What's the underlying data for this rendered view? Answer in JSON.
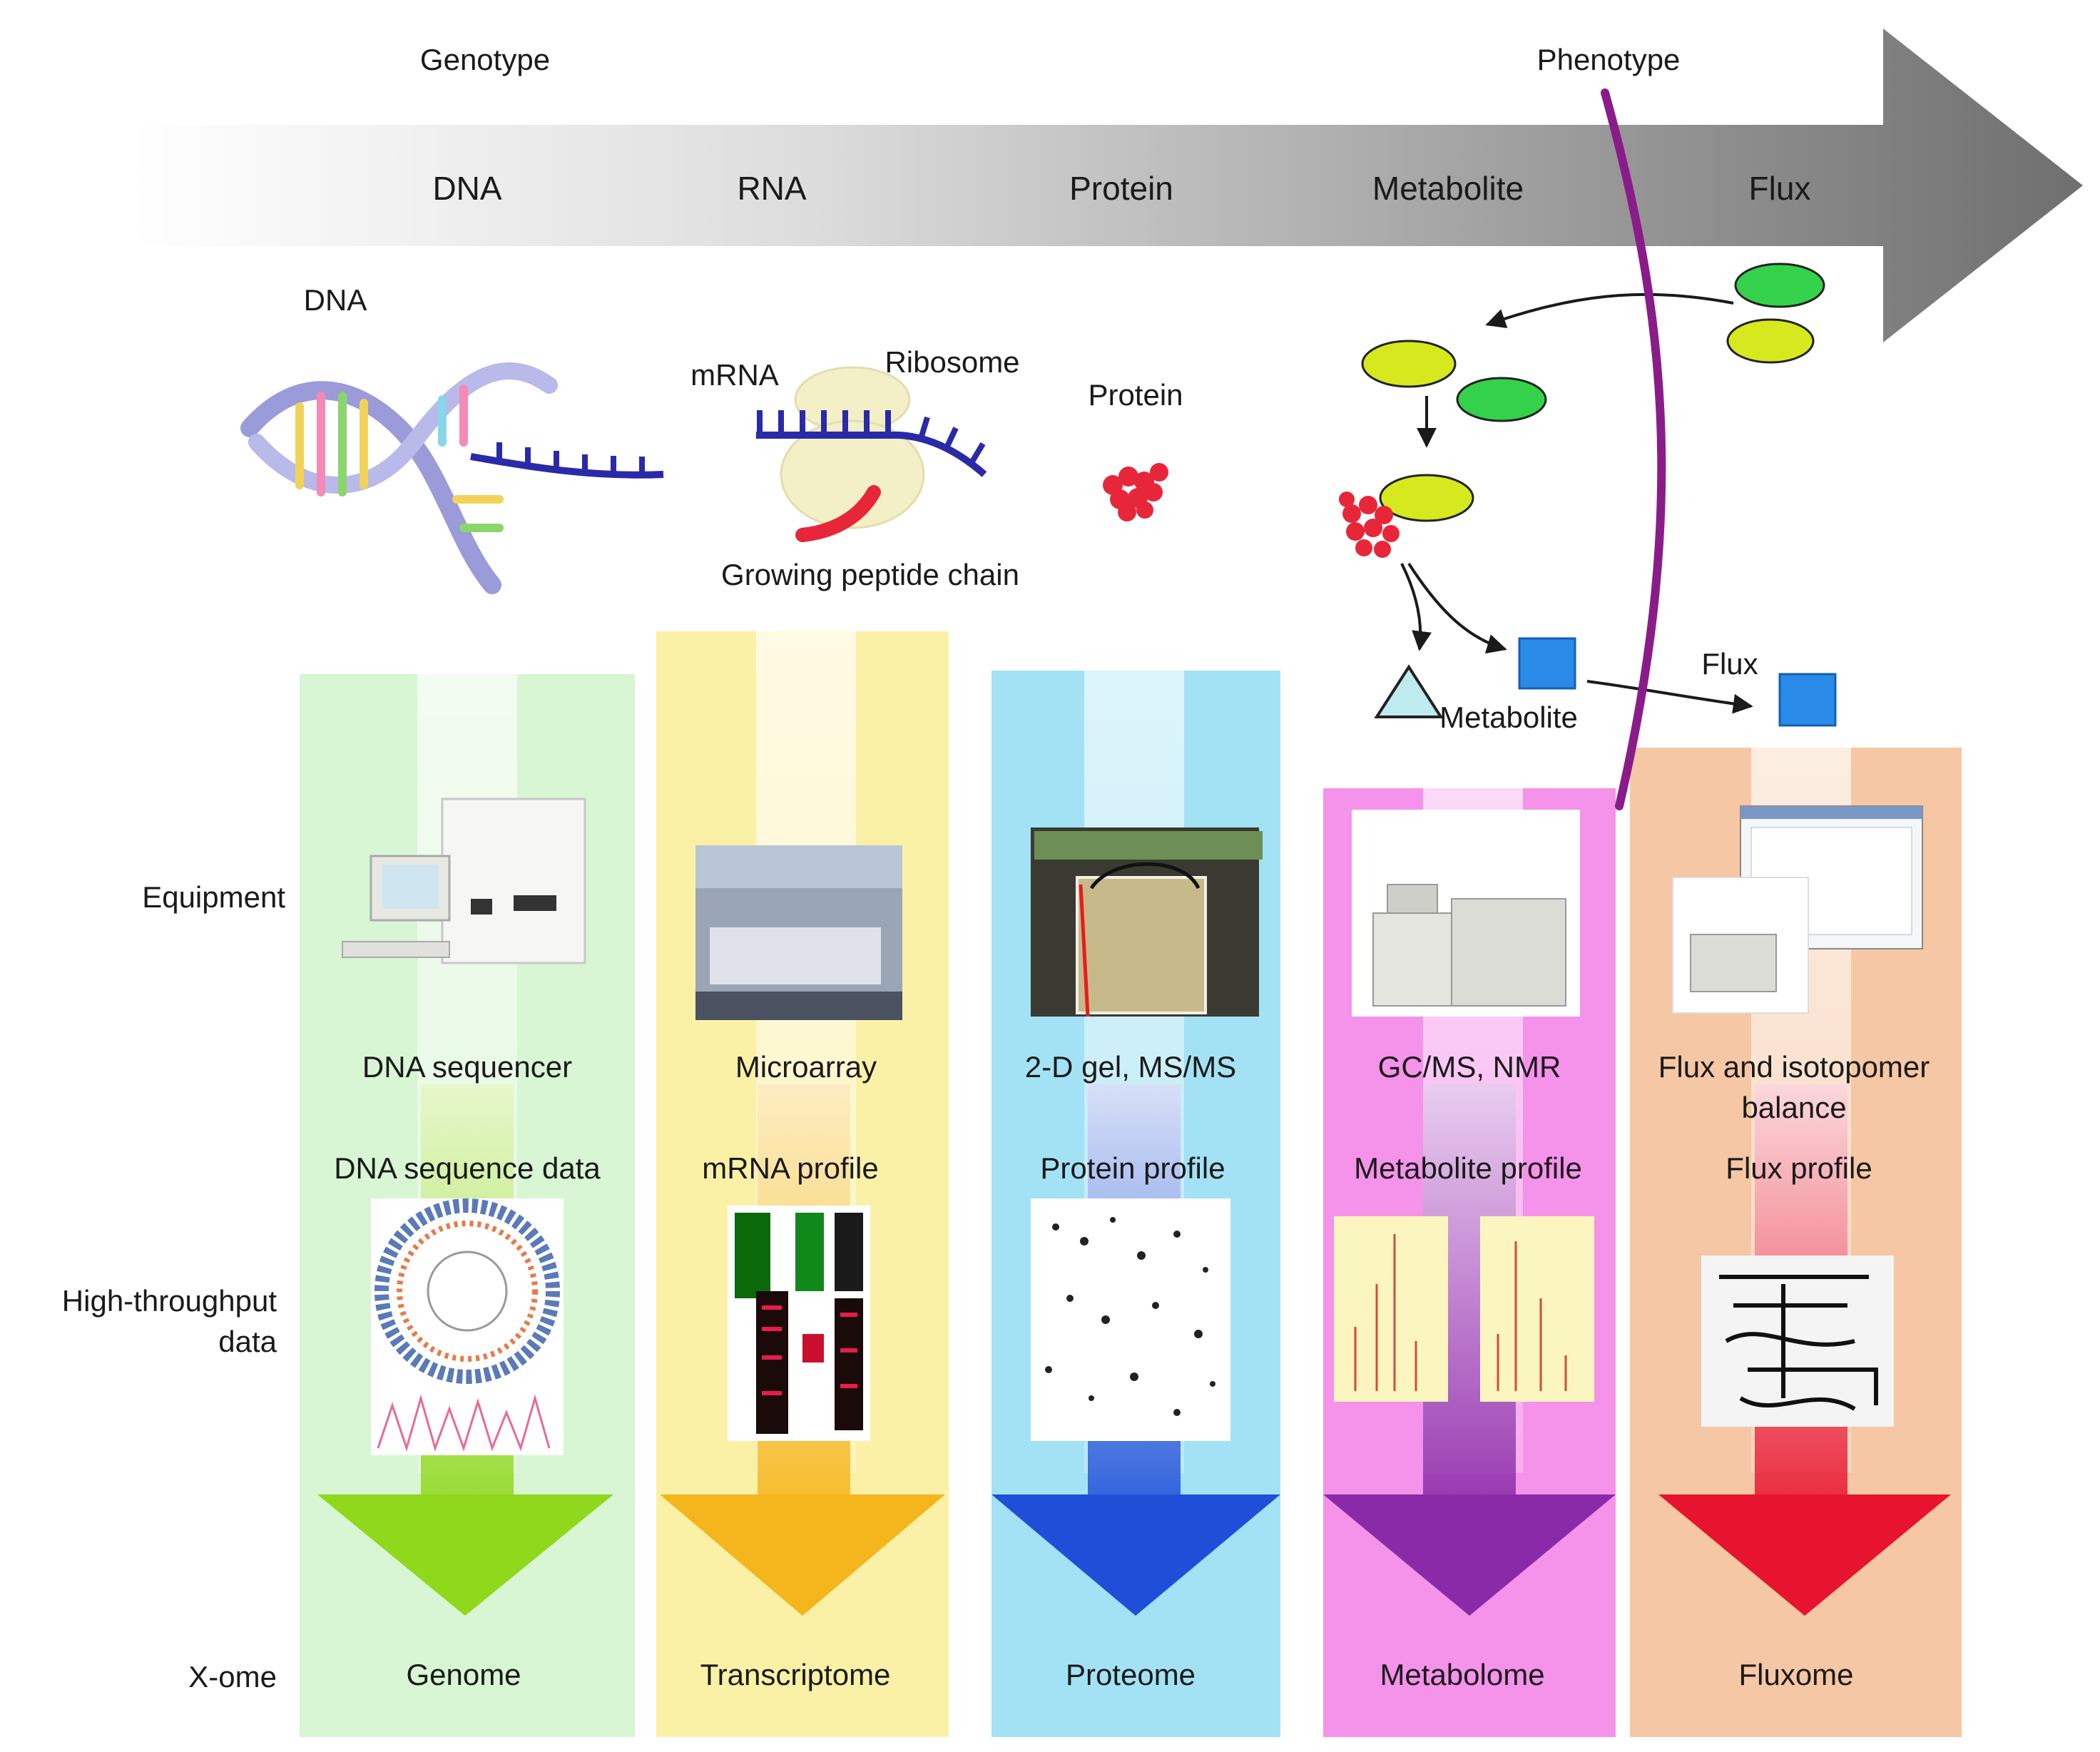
{
  "header": {
    "genotype": "Genotype",
    "phenotype": "Phenotype",
    "stages": [
      "DNA",
      "RNA",
      "Protein",
      "Metabolite",
      "Flux"
    ]
  },
  "row_labels": {
    "equipment": "Equipment",
    "high_throughput_line1": "High-throughput",
    "high_throughput_line2": "data",
    "xome": "X-ome"
  },
  "illustrations": {
    "dna_label": "DNA",
    "mrna_label": "mRNA",
    "ribosome_label": "Ribosome",
    "peptide_label": "Growing peptide chain",
    "protein_label": "Protein",
    "metabolite_label": "Metabolite",
    "flux_label": "Flux"
  },
  "columns": [
    {
      "equipment": "DNA sequencer",
      "data": "DNA sequence data",
      "ome": "Genome",
      "band": "#d8f5d4",
      "arrow": "#8fd81c"
    },
    {
      "equipment": "Microarray",
      "data": "mRNA profile",
      "ome": "Transcriptome",
      "band": "#fbf1a6",
      "arrow": "#f5b51c"
    },
    {
      "equipment": "2-D gel, MS/MS",
      "data": "Protein profile",
      "ome": "Proteome",
      "band": "#a3e2f4",
      "arrow": "#1f4fd8"
    },
    {
      "equipment": "GC/MS, NMR",
      "data": "Metabolite profile",
      "ome": "Metabolome",
      "band": "#f592ea",
      "arrow": "#8a2aa8"
    },
    {
      "equipment": "Flux and isotopomer",
      "equipment_line2": "balance",
      "data": "Flux profile",
      "ome": "Fluxome",
      "band": "#f6c7a4",
      "arrow": "#e8132e"
    }
  ],
  "colors": {
    "main_arrow_start": "#ffffff",
    "main_arrow_end": "#6f6f6f",
    "phenotype_curve": "#8a1c8a",
    "dna_backbone": "#9b9bd9",
    "mrna": "#2a2aa8",
    "protein": "#e8263a",
    "enzyme_green": "#33d24a",
    "enzyme_yellow": "#d6e81e",
    "metabolite_square": "#2a8ae8",
    "metabolite_triangle": "#bfeaf0"
  }
}
